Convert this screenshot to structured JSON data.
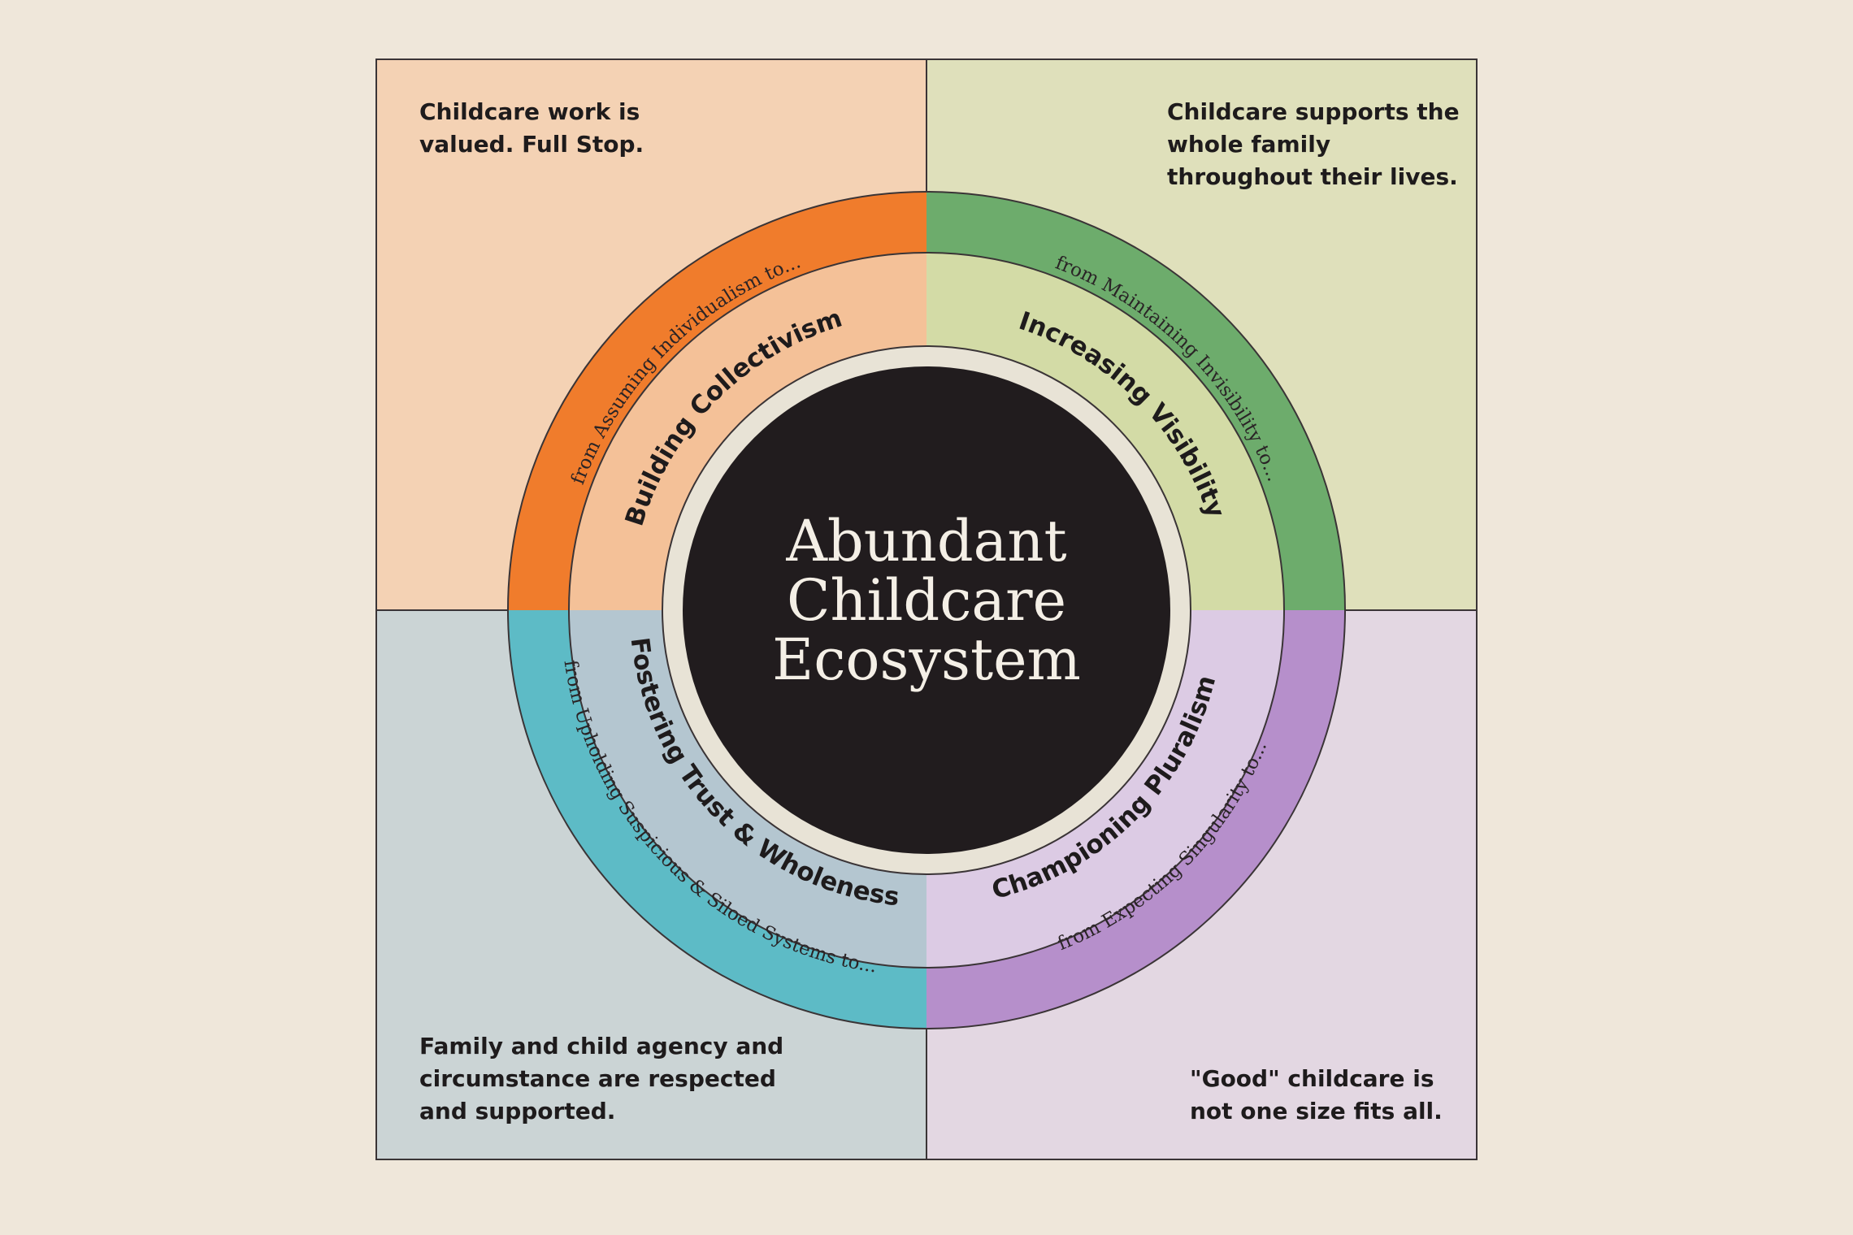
{
  "center": {
    "title_lines": [
      "Abundant",
      "Childcare",
      "Ecosystem"
    ]
  },
  "quadrants": {
    "top_left": {
      "statement_lines": [
        "Childcare work is",
        "valued. Full Stop."
      ],
      "shift": "Building Collectivism",
      "from": "from Assuming Individualism to...",
      "color": "#f08030"
    },
    "top_right": {
      "statement_lines": [
        "Childcare supports the",
        "whole family",
        "throughout their lives."
      ],
      "shift": "Increasing Visibility",
      "from": "from Maintaining Invisibility to...",
      "color": "#6fb170"
    },
    "bottom_left": {
      "statement_lines": [
        "Family and child agency and",
        "circumstance are respected",
        "and supported."
      ],
      "shift": "Fostering Trust & Wholeness",
      "from": "from Upholding Suspicious & Siloed Systems to...",
      "color": "#5bbcc7"
    },
    "bottom_right": {
      "statement_lines": [
        "\"Good\" childcare is",
        "not one size fits all."
      ],
      "shift": "Championing Pluralism",
      "from": "from Expecting Singularity to...",
      "color": "#b88fcc"
    }
  }
}
